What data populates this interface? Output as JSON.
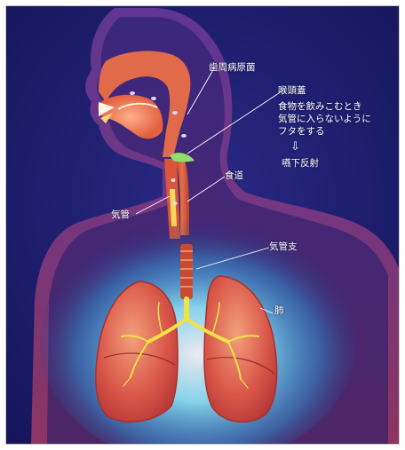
{
  "labels": {
    "bacteria": "歯周病原菌",
    "epiglottis": "喉頭蓋",
    "esophagus": "食道",
    "trachea": "気管",
    "bronchi": "気管支",
    "lung": "肺"
  },
  "note": {
    "line1": "食物を飲みこむとき",
    "line2": "気管に入らないように",
    "line3": "フタをする",
    "arrow": "⇩",
    "reflex": "嚥下反射"
  },
  "colors": {
    "background": "#1c1b6a",
    "body_glow": "#b23a5a",
    "tissue": "#e86c4d",
    "lung": "#d9574a",
    "lung_glow": "#7fe0ff",
    "bronchi": "#f2e24a"
  }
}
